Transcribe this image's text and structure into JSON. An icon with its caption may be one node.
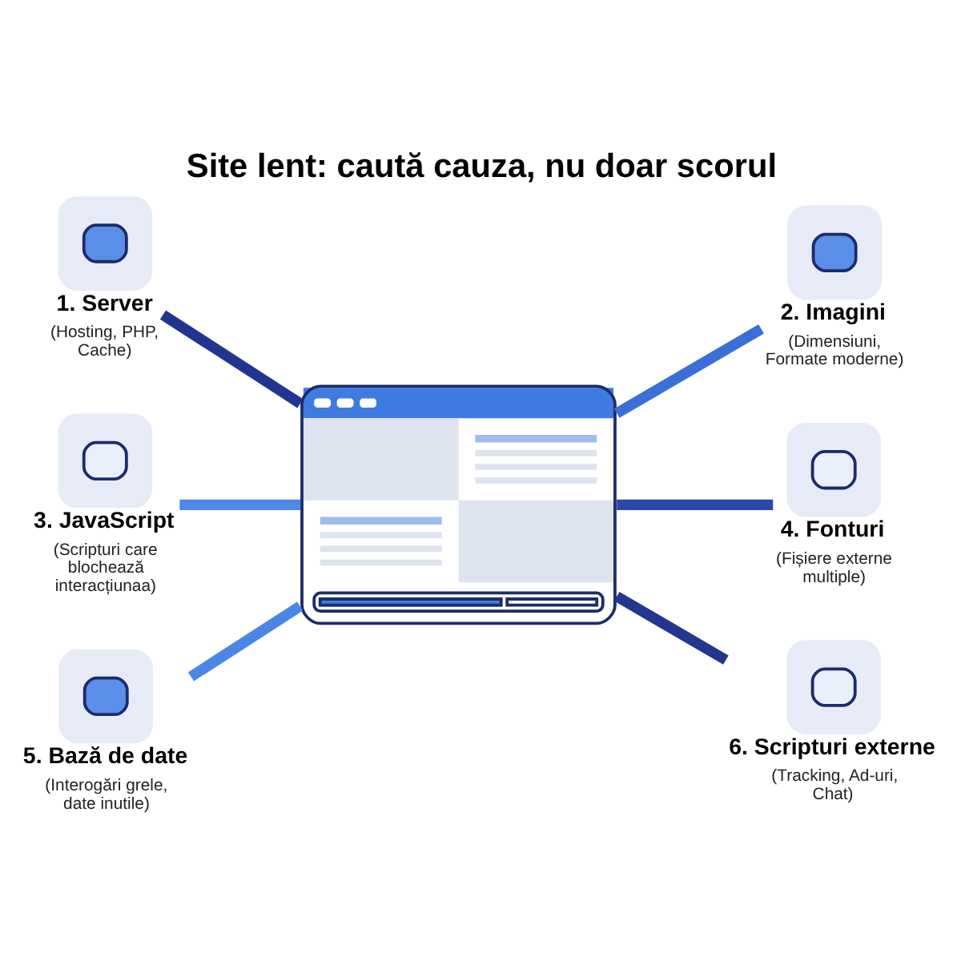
{
  "diagram": {
    "title": "Site lent: caută cauza, nu doar scorul",
    "nodes": [
      {
        "text": [
          "1. Server",
          "(Hosting, PHP, Cache)"
        ]
      },
      {
        "text": [
          "2. Imagini",
          "(Dimensiuni, Formate moderne)"
        ]
      },
      {
        "text": [],
        "shape": "picture"
      },
      {
        "text": [
          "3. JavaScript",
          "(Scripturi care blochează interacțiunaa)"
        ]
      },
      {
        "text": [
          "4. Fonturi",
          "(Fișiere externe multiple)"
        ]
      },
      {
        "text": [
          "5. Bază de date",
          "(Interogări grele, date inutile)"
        ]
      },
      {
        "text": [
          "6. Scripturi externe",
          "(Tracking, Ad-uri, Chat)"
        ]
      }
    ],
    "edges": [
      {
        "from": 0,
        "to": 2,
        "arrow": "none",
        "color": "#1f3690"
      },
      {
        "from": 2,
        "to": 1,
        "arrow": "none",
        "color": "#3a6fd8"
      },
      {
        "from": 3,
        "to": 2,
        "arrow": "none",
        "color": "#4c89e8"
      },
      {
        "from": 2,
        "to": 4,
        "arrow": "none",
        "color": "#2a48a8"
      },
      {
        "from": 5,
        "to": 2,
        "arrow": "none",
        "color": "#4a86e6"
      },
      {
        "from": 2,
        "to": 6,
        "arrow": "none",
        "color": "#22378f"
      }
    ]
  }
}
